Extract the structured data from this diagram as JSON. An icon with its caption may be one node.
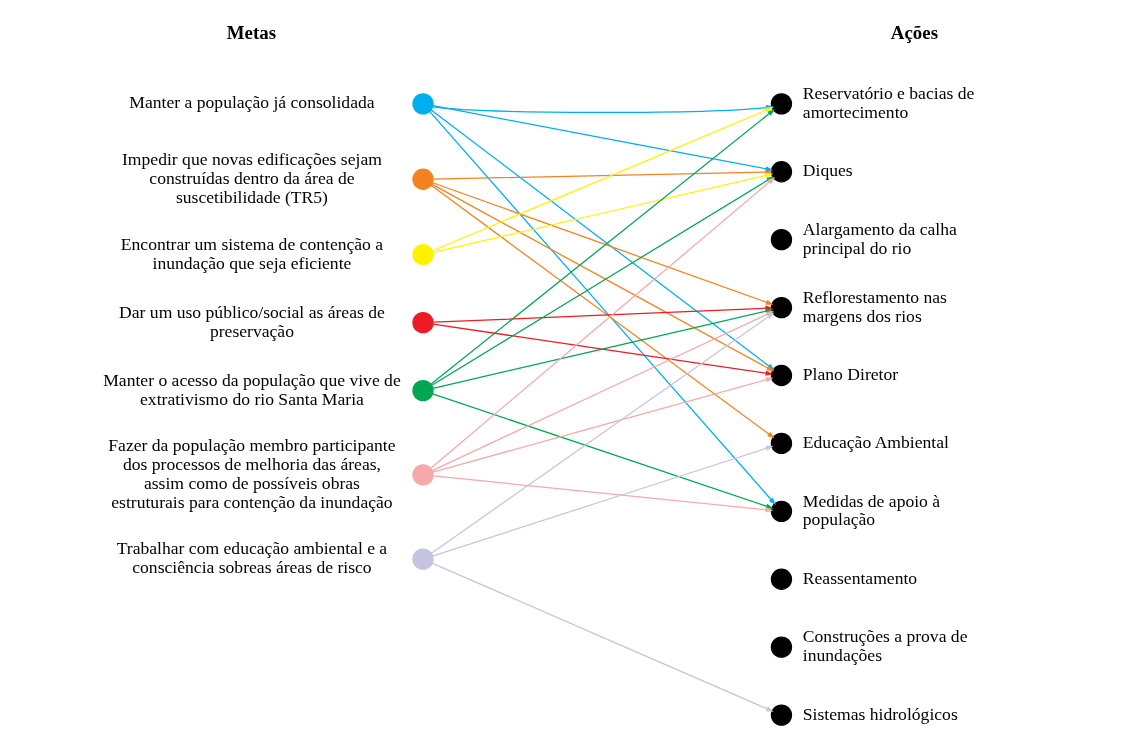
{
  "diagram": {
    "nodes": [
      {
        "text": [],
        "shape": "circle",
        "beside": [
          "Manter a população já consolidada"
        ]
      },
      {
        "text": [],
        "shape": "circle",
        "beside": [
          "Impedir que novas edificações sejam construídas dentro da área de suscetibilidade (TR5)"
        ]
      },
      {
        "text": [],
        "shape": "circle",
        "beside": [
          "Encontrar um sistema de contenção a inundação que seja eficiente"
        ]
      },
      {
        "text": [],
        "shape": "circle",
        "beside": [
          "Dar um uso público/social as áreas de preservação"
        ]
      },
      {
        "text": [],
        "shape": "circle",
        "beside": [
          "Manter o acesso da população que vive de extrativismo do rio Santa Maria"
        ]
      },
      {
        "text": [],
        "shape": "circle",
        "beside": [
          "Fazer da população membro participante dos processos de melhoria das áreas, assim como de possíveis obras estruturais para contenção da inundação"
        ]
      },
      {
        "text": [],
        "shape": "circle",
        "beside": [
          "Trabalhar com educação ambiental e a consciência sobreas áreas de risco"
        ]
      },
      {
        "text": [],
        "shape": "circle",
        "beside": [
          "Reservatório e bacias de amortecimento"
        ]
      },
      {
        "text": [],
        "shape": "circle",
        "beside": [
          "Diques"
        ]
      },
      {
        "text": [],
        "shape": "circle",
        "beside": [
          "Alargamento da calha principal do rio"
        ]
      },
      {
        "text": [],
        "shape": "circle",
        "beside": [
          "Reflorestamento nas margens dos rios"
        ]
      },
      {
        "text": [],
        "shape": "circle",
        "beside": [
          "Plano Diretor"
        ]
      },
      {
        "text": [],
        "shape": "circle",
        "beside": [
          "Educação Ambiental"
        ]
      },
      {
        "text": [],
        "shape": "circle",
        "beside": [
          "Medidas de apoio à população"
        ]
      },
      {
        "text": [],
        "shape": "circle",
        "beside": [
          "Reassentamento"
        ]
      },
      {
        "text": [],
        "shape": "circle",
        "beside": [
          "Construções a prova de inundações"
        ]
      },
      {
        "text": [],
        "shape": "circle",
        "beside": [
          "Sistemas hidrológicos"
        ]
      }
    ],
    "edges": [
      {
        "from": 0,
        "to": 7,
        "arrow": "to",
        "color": "#00aeef"
      },
      {
        "from": 0,
        "to": 8,
        "arrow": "to",
        "color": "#00aeef"
      },
      {
        "from": 0,
        "to": 11,
        "arrow": "to",
        "color": "#00aeef"
      },
      {
        "from": 0,
        "to": 13,
        "arrow": "to",
        "color": "#00aeef"
      },
      {
        "from": 1,
        "to": 8,
        "arrow": "to",
        "color": "#f58220"
      },
      {
        "from": 1,
        "to": 10,
        "arrow": "to",
        "color": "#f58220"
      },
      {
        "from": 1,
        "to": 11,
        "arrow": "to",
        "color": "#f58220"
      },
      {
        "from": 1,
        "to": 12,
        "arrow": "to",
        "color": "#f58220"
      },
      {
        "from": 2,
        "to": 7,
        "arrow": "to",
        "color": "#fff200"
      },
      {
        "from": 2,
        "to": 8,
        "arrow": "to",
        "color": "#fff200"
      },
      {
        "from": 3,
        "to": 10,
        "arrow": "to",
        "color": "#ed1c24"
      },
      {
        "from": 3,
        "to": 11,
        "arrow": "to",
        "color": "#ed1c24"
      },
      {
        "from": 4,
        "to": 7,
        "arrow": "to",
        "color": "#00a651"
      },
      {
        "from": 4,
        "to": 8,
        "arrow": "to",
        "color": "#00a651"
      },
      {
        "from": 4,
        "to": 10,
        "arrow": "to",
        "color": "#00a651"
      },
      {
        "from": 4,
        "to": 13,
        "arrow": "to",
        "color": "#00a651"
      },
      {
        "from": 5,
        "to": 8,
        "arrow": "to",
        "color": "#f7a8a8"
      },
      {
        "from": 5,
        "to": 10,
        "arrow": "to",
        "color": "#f7a8a8"
      },
      {
        "from": 5,
        "to": 11,
        "arrow": "to",
        "color": "#f7a8a8"
      },
      {
        "from": 5,
        "to": 13,
        "arrow": "to",
        "color": "#f7a8a8"
      },
      {
        "from": 6,
        "to": 10,
        "arrow": "to",
        "color": "#c5c3e2"
      },
      {
        "from": 6,
        "to": 12,
        "arrow": "to",
        "color": "#c5c3e2"
      },
      {
        "from": 6,
        "to": 16,
        "arrow": "to",
        "color": "#c5c3e2"
      }
    ],
    "labels": [
      "Metas",
      "Ações"
    ]
  }
}
